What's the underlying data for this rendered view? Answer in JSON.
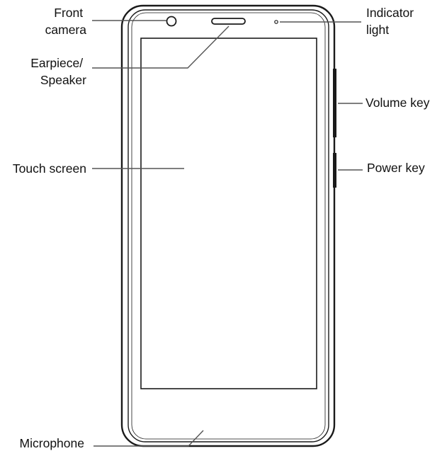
{
  "labels": {
    "front_camera": [
      "Front",
      "camera"
    ],
    "earpiece_speaker": [
      "Earpiece/",
      "Speaker"
    ],
    "touch_screen": "Touch screen",
    "microphone": "Microphone",
    "indicator_light": [
      "Indicator",
      "light"
    ],
    "volume_key": "Volume key",
    "power_key": "Power key"
  },
  "colors": {
    "outline": "#1a1a1a",
    "leader": "#555555",
    "text": "#111111"
  }
}
